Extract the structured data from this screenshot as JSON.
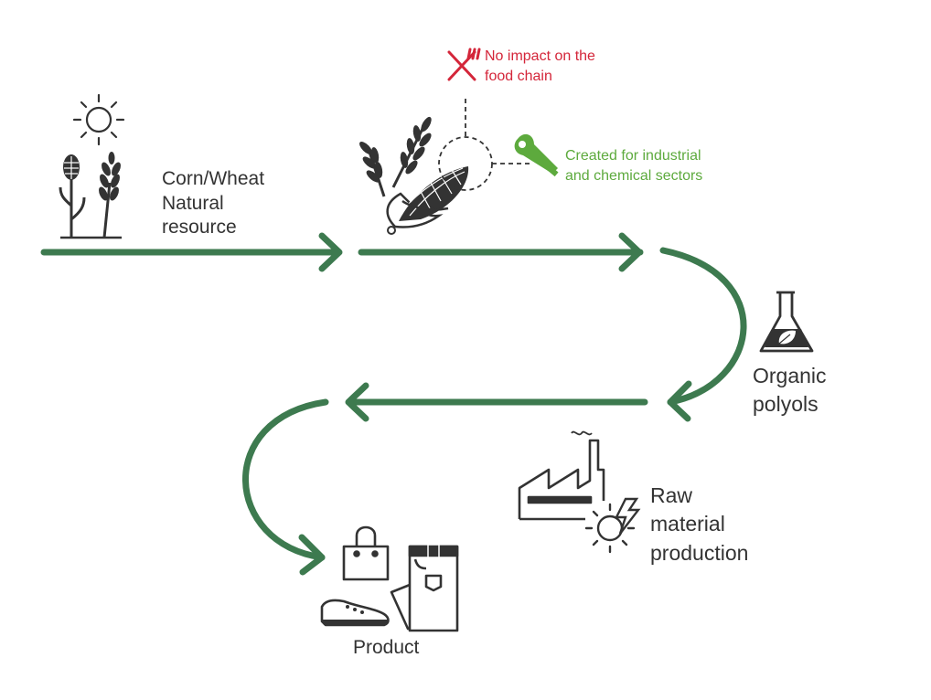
{
  "colors": {
    "flow_arrow": "#3d7a4f",
    "icon_stroke": "#333333",
    "text": "#333333",
    "warning_red": "#d4263a",
    "industrial_green": "#5daa3d"
  },
  "steps": {
    "natural_resource": {
      "line1": "Corn/Wheat",
      "line2": "Natural",
      "line3": "resource",
      "icons": [
        "sun-icon",
        "corn-plant-icon",
        "wheat-plant-icon"
      ]
    },
    "harvest": {
      "icons": [
        "wheat-bundle-icon",
        "corn-cob-icon",
        "zoom-circle-icon"
      ]
    },
    "organic_polyols": {
      "line1": "Organic",
      "line2": "polyols",
      "icons": [
        "flask-leaf-icon"
      ]
    },
    "raw_material": {
      "line1": "Raw",
      "line2": "material",
      "line3": "production",
      "icons": [
        "factory-icon",
        "energy-gear-icon"
      ]
    },
    "product": {
      "label": "Product",
      "icons": [
        "handbag-icon",
        "shoe-icon",
        "jeans-icon"
      ]
    }
  },
  "callouts": {
    "food_chain": {
      "line1": "No impact on the",
      "line2": "food chain",
      "icon": "crossed-fork-knife-icon"
    },
    "industrial": {
      "line1": "Created for industrial",
      "line2": "and chemical sectors",
      "icon": "wrench-icon"
    }
  },
  "flow": [
    "natural_resource",
    "harvest",
    "organic_polyols",
    "raw_material",
    "product"
  ]
}
